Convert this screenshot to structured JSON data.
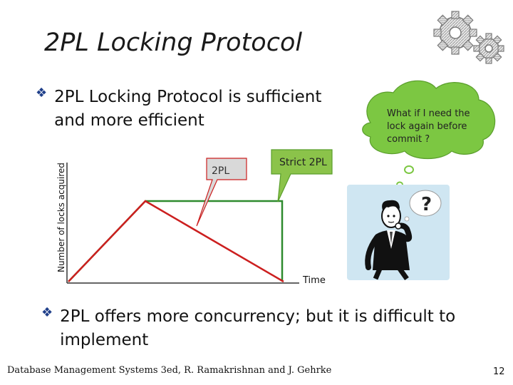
{
  "slide": {
    "title": "2PL Locking Protocol",
    "bullet1": "2PL Locking Protocol is sufficient and more efficient",
    "bullet2": "2PL offers more concurrency; but it is difficult to implement",
    "bullet_symbol": "❖",
    "footer": "Database Management Systems 3ed,  R. Ramakrishnan and J. Gehrke",
    "page_number": "12"
  },
  "chart": {
    "ylabel": "Number of locks acquired",
    "xlabel": "Time",
    "callout_2pl": "2PL",
    "callout_strict": "Strict 2PL",
    "thought_bubble": "What if I need the lock again before commit ?",
    "thought_mark": "?"
  },
  "colors": {
    "accent": "#1f3f8a",
    "line_2pl": "#cc1f1f",
    "line_strict": "#2e8b2e",
    "callout_fill": "#8bc34a",
    "callout_2pl_fill": "#d9d9d9",
    "cloud_fill": "#7cc742",
    "cartoon_bg": "#cfe6f2"
  },
  "icons": {
    "decoration": "gears-icon",
    "illustration": "thinking-person-icon"
  }
}
